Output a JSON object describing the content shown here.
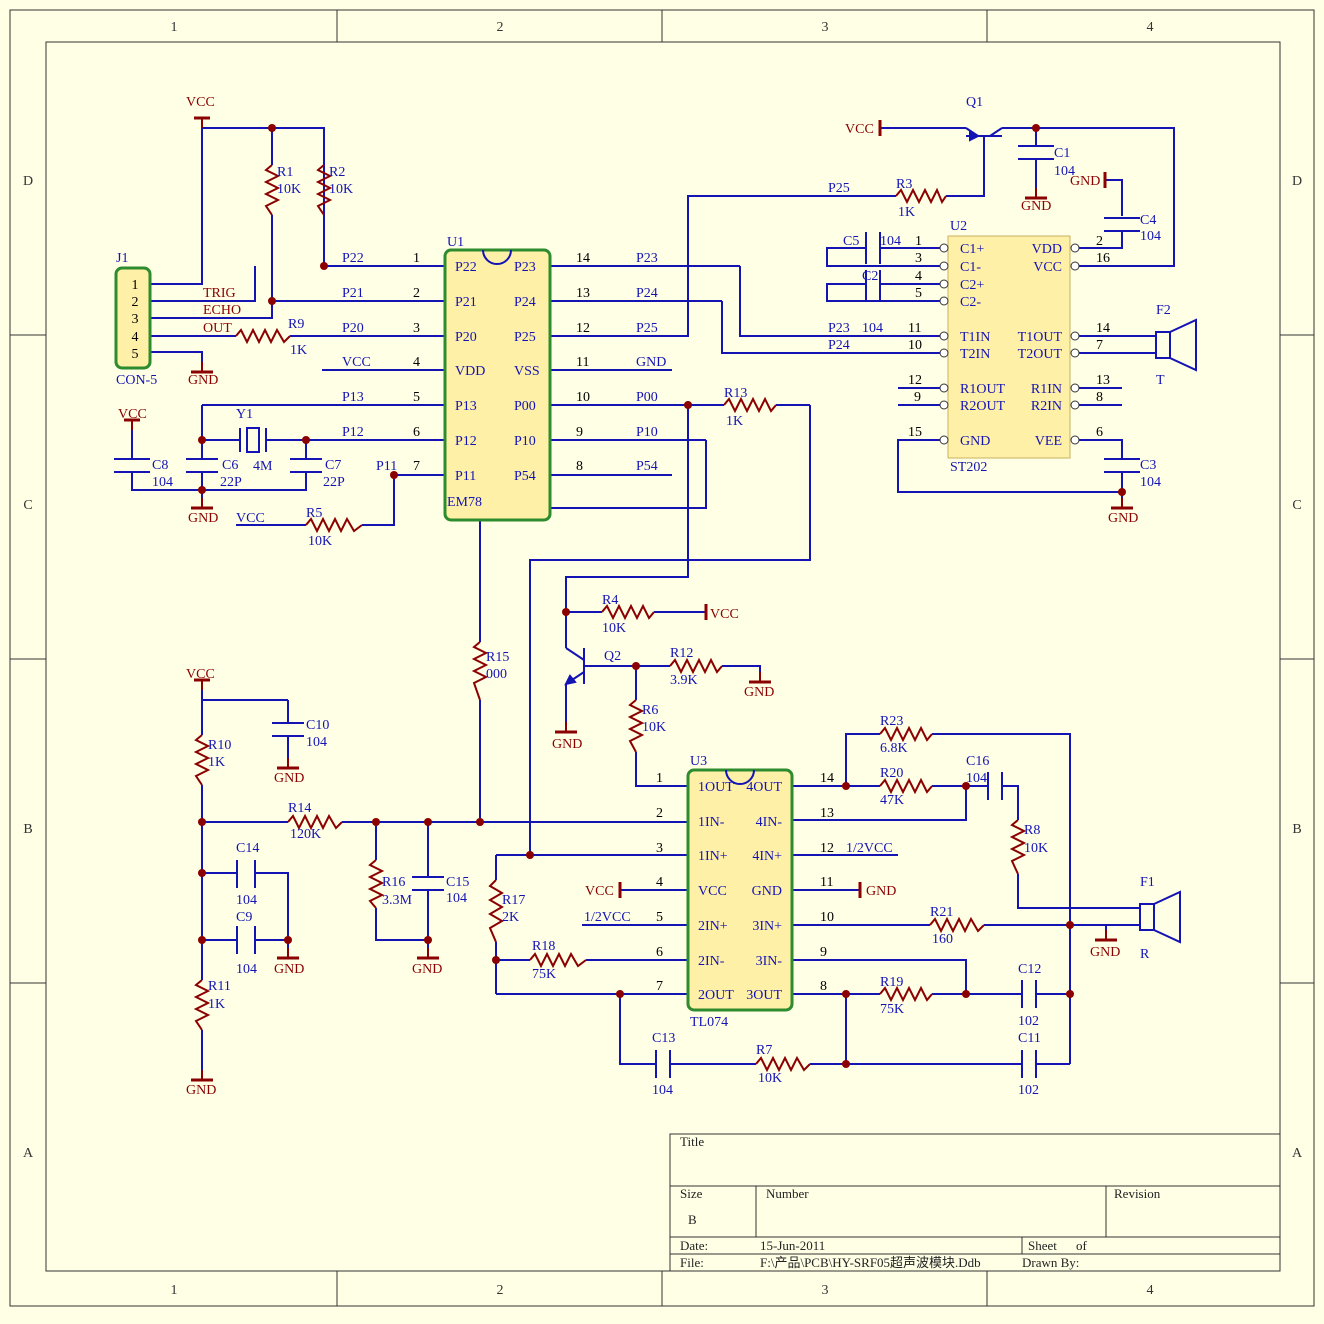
{
  "colors": {
    "paper": "#ffffe6",
    "frame": "#333333",
    "wire": "#1414b4",
    "part": "#8b0000",
    "ic_fill": "#fff0a8",
    "ic_stroke": "#2e8b2e",
    "pin_num": "#000000",
    "net": "#1414b4",
    "tb_text": "#222222"
  },
  "border": {
    "cols": [
      "1",
      "2",
      "3",
      "4"
    ],
    "rows": [
      "D",
      "C",
      "B",
      "A"
    ]
  },
  "power": {
    "vcc": "VCC",
    "gnd": "GND",
    "half_vcc": "1/2VCC"
  },
  "j1": {
    "ref": "J1",
    "type": "CON-5",
    "pins": [
      "1",
      "2",
      "3",
      "4",
      "5"
    ],
    "nets": [
      "TRIG",
      "ECHO",
      "OUT"
    ]
  },
  "r1": {
    "ref": "R1",
    "val": "10K"
  },
  "r2": {
    "ref": "R2",
    "val": "10K"
  },
  "r9": {
    "ref": "R9",
    "val": "1K"
  },
  "r3": {
    "ref": "R3",
    "val": "1K"
  },
  "r4": {
    "ref": "R4",
    "val": "10K"
  },
  "r5": {
    "ref": "R5",
    "val": "10K"
  },
  "r6": {
    "ref": "R6",
    "val": "10K"
  },
  "r7": {
    "ref": "R7",
    "val": "10K"
  },
  "r8": {
    "ref": "R8",
    "val": "10K"
  },
  "r10": {
    "ref": "R10",
    "val": "1K"
  },
  "r11": {
    "ref": "R11",
    "val": "1K"
  },
  "r12": {
    "ref": "R12",
    "val": "3.9K"
  },
  "r13": {
    "ref": "R13",
    "val": "1K"
  },
  "r14": {
    "ref": "R14",
    "val": "120K"
  },
  "r15": {
    "ref": "R15",
    "val": "000"
  },
  "r16": {
    "ref": "R16",
    "val": "3.3M"
  },
  "r17": {
    "ref": "R17",
    "val": "2K"
  },
  "r18": {
    "ref": "R18",
    "val": "75K"
  },
  "r19": {
    "ref": "R19",
    "val": "75K"
  },
  "r20": {
    "ref": "R20",
    "val": "47K"
  },
  "r21": {
    "ref": "R21",
    "val": "160"
  },
  "r23": {
    "ref": "R23",
    "val": "6.8K"
  },
  "c1": {
    "ref": "C1",
    "val": "104"
  },
  "c2": {
    "ref": "C2",
    "val": "104"
  },
  "c3": {
    "ref": "C3",
    "val": "104"
  },
  "c4": {
    "ref": "C4",
    "val": "104"
  },
  "c5": {
    "ref": "C5",
    "val": "104"
  },
  "c6": {
    "ref": "C6",
    "val": "22P"
  },
  "c7": {
    "ref": "C7",
    "val": "22P"
  },
  "c8": {
    "ref": "C8",
    "val": "104"
  },
  "c9": {
    "ref": "C9",
    "val": "104"
  },
  "c10": {
    "ref": "C10",
    "val": "104"
  },
  "c11": {
    "ref": "C11",
    "val": "102"
  },
  "c12": {
    "ref": "C12",
    "val": "102"
  },
  "c13": {
    "ref": "C13",
    "val": "104"
  },
  "c14": {
    "ref": "C14",
    "val": "104"
  },
  "c15": {
    "ref": "C15",
    "val": "104"
  },
  "c16": {
    "ref": "C16",
    "val": "104"
  },
  "y1": {
    "ref": "Y1",
    "val": "4M"
  },
  "q1": {
    "ref": "Q1"
  },
  "q2": {
    "ref": "Q2"
  },
  "f1": {
    "ref": "F1",
    "side": "R"
  },
  "f2": {
    "ref": "F2",
    "side": "T"
  },
  "u1": {
    "ref": "U1",
    "type": "EM78",
    "left": [
      {
        "n": "1",
        "p": "P22",
        "net": "P22"
      },
      {
        "n": "2",
        "p": "P21",
        "net": "P21"
      },
      {
        "n": "3",
        "p": "P20",
        "net": "P20"
      },
      {
        "n": "4",
        "p": "VDD",
        "net": "VCC"
      },
      {
        "n": "5",
        "p": "P13",
        "net": "P13"
      },
      {
        "n": "6",
        "p": "P12",
        "net": "P12"
      },
      {
        "n": "7",
        "p": "P11",
        "net": "P11"
      }
    ],
    "right": [
      {
        "n": "14",
        "p": "P23",
        "net": "P23"
      },
      {
        "n": "13",
        "p": "P24",
        "net": "P24"
      },
      {
        "n": "12",
        "p": "P25",
        "net": "P25"
      },
      {
        "n": "11",
        "p": "VSS",
        "net": "GND"
      },
      {
        "n": "10",
        "p": "P00",
        "net": "P00"
      },
      {
        "n": "9",
        "p": "P10",
        "net": "P10"
      },
      {
        "n": "8",
        "p": "P54",
        "net": "P54"
      }
    ]
  },
  "u2": {
    "ref": "U2",
    "type": "ST202",
    "left": [
      {
        "n": "1",
        "p": "C1+"
      },
      {
        "n": "3",
        "p": "C1-"
      },
      {
        "n": "4",
        "p": "C2+"
      },
      {
        "n": "5",
        "p": "C2-"
      },
      {
        "n": "11",
        "p": "T1IN"
      },
      {
        "n": "10",
        "p": "T2IN"
      },
      {
        "n": "12",
        "p": "R1OUT"
      },
      {
        "n": "9",
        "p": "R2OUT"
      },
      {
        "n": "15",
        "p": "GND"
      }
    ],
    "right": [
      {
        "n": "2",
        "p": "VDD"
      },
      {
        "n": "16",
        "p": "VCC"
      },
      {
        "n": "14",
        "p": "T1OUT"
      },
      {
        "n": "7",
        "p": "T2OUT"
      },
      {
        "n": "13",
        "p": "R1IN"
      },
      {
        "n": "8",
        "p": "R2IN"
      },
      {
        "n": "6",
        "p": "VEE"
      }
    ]
  },
  "u3": {
    "ref": "U3",
    "type": "TL074",
    "left": [
      {
        "n": "1",
        "p": "1OUT"
      },
      {
        "n": "2",
        "p": "1IN-"
      },
      {
        "n": "3",
        "p": "1IN+"
      },
      {
        "n": "4",
        "p": "VCC"
      },
      {
        "n": "5",
        "p": "2IN+"
      },
      {
        "n": "6",
        "p": "2IN-"
      },
      {
        "n": "7",
        "p": "2OUT"
      }
    ],
    "right": [
      {
        "n": "14",
        "p": "4OUT"
      },
      {
        "n": "13",
        "p": "4IN-"
      },
      {
        "n": "12",
        "p": "4IN+"
      },
      {
        "n": "11",
        "p": "GND"
      },
      {
        "n": "10",
        "p": "3IN+"
      },
      {
        "n": "9",
        "p": "3IN-"
      },
      {
        "n": "8",
        "p": "3OUT"
      }
    ]
  },
  "nets": {
    "p25": "P25",
    "p23": "P23",
    "p24": "P24",
    "p00": "P00",
    "p10": "P10",
    "p54": "P54"
  },
  "title_block": {
    "title_label": "Title",
    "size_label": "Size",
    "size_value": "B",
    "number_label": "Number",
    "revision_label": "Revision",
    "date_label": "Date:",
    "date_value": "15-Jun-2011",
    "sheet_label": "Sheet",
    "of_label": "of",
    "file_label": "File:",
    "file_value": "F:\\产品\\PCB\\HY-SRF05超声波模块.Ddb",
    "drawn_label": "Drawn By:"
  }
}
